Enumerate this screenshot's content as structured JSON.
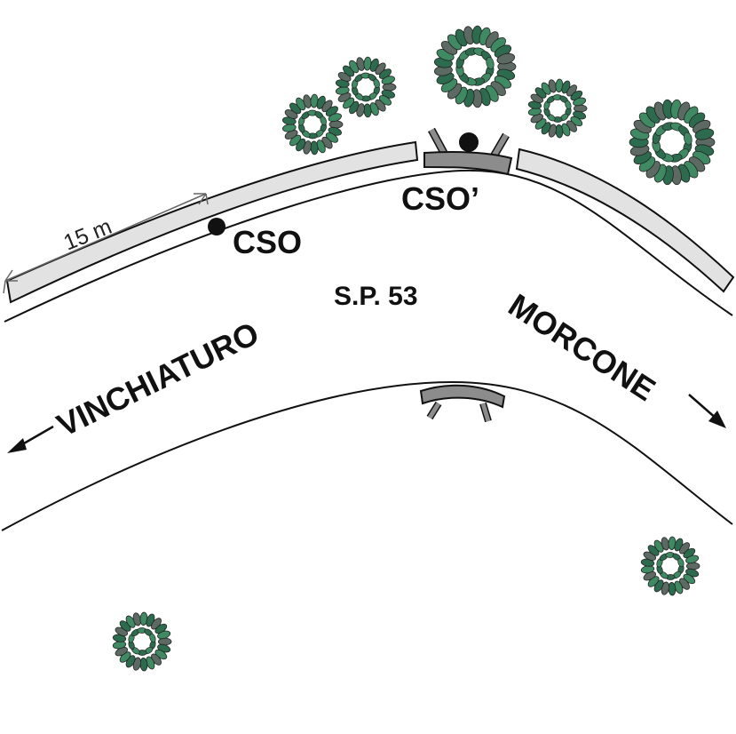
{
  "labels": {
    "dimension": "15 m",
    "station_1": "CSO",
    "station_2": "CSO’",
    "road": "S.P. 53",
    "town_left": "VINCHIATURO",
    "town_right": "MORCONE"
  },
  "colors": {
    "road_line": "#111111",
    "barrier_fill": "#e2e2e2",
    "bridge_fill": "#8c8c8c",
    "leaf_dark": "#2d6b4f",
    "leaf_light": "#3f8a63",
    "leaf_gray": "#5c6a63"
  },
  "icons": {
    "tree": "tree-canopy-icon",
    "station_marker": "filled-circle-icon",
    "direction": "arrow-icon"
  }
}
